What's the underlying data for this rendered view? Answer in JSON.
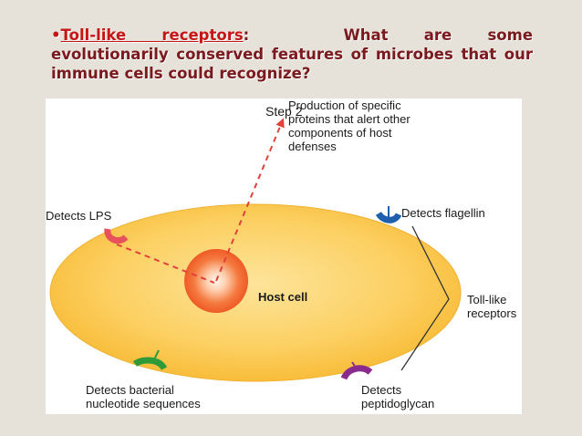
{
  "title": {
    "bullet": "•",
    "term": "Toll-like receptors",
    "colon": ":",
    "what": "What",
    "are": "are",
    "some": "some",
    "rest": "evolutionarily conserved features of microbes that our immune cells could recognize?"
  },
  "figure": {
    "step_label": "Step 2",
    "production_text": "Production of specific\nproteins that alert other\ncomponents of host\ndefenses",
    "host_cell": "Host cell",
    "detects_lps": "Detects LPS",
    "detects_flagellin": "Detects flagellin",
    "toll_like_receptors": "Toll-like\nreceptors",
    "detects_nucleotide": "Detects bacterial\nnucleotide sequences",
    "detects_peptidoglycan": "Detects\npeptidoglycan"
  },
  "colors": {
    "title_text": "#7a1a1f",
    "title_accent": "#c41616",
    "background": "#e7e2d9",
    "cell_fill": "#fcc94c",
    "nucleus": "#f05a28",
    "arrow": "#e2403a",
    "receptor_lps": "#e8505b",
    "receptor_flagellin": "#1e5fae",
    "receptor_nucleotide": "#2e9a3a",
    "receptor_peptidoglycan": "#8b2a8e"
  }
}
